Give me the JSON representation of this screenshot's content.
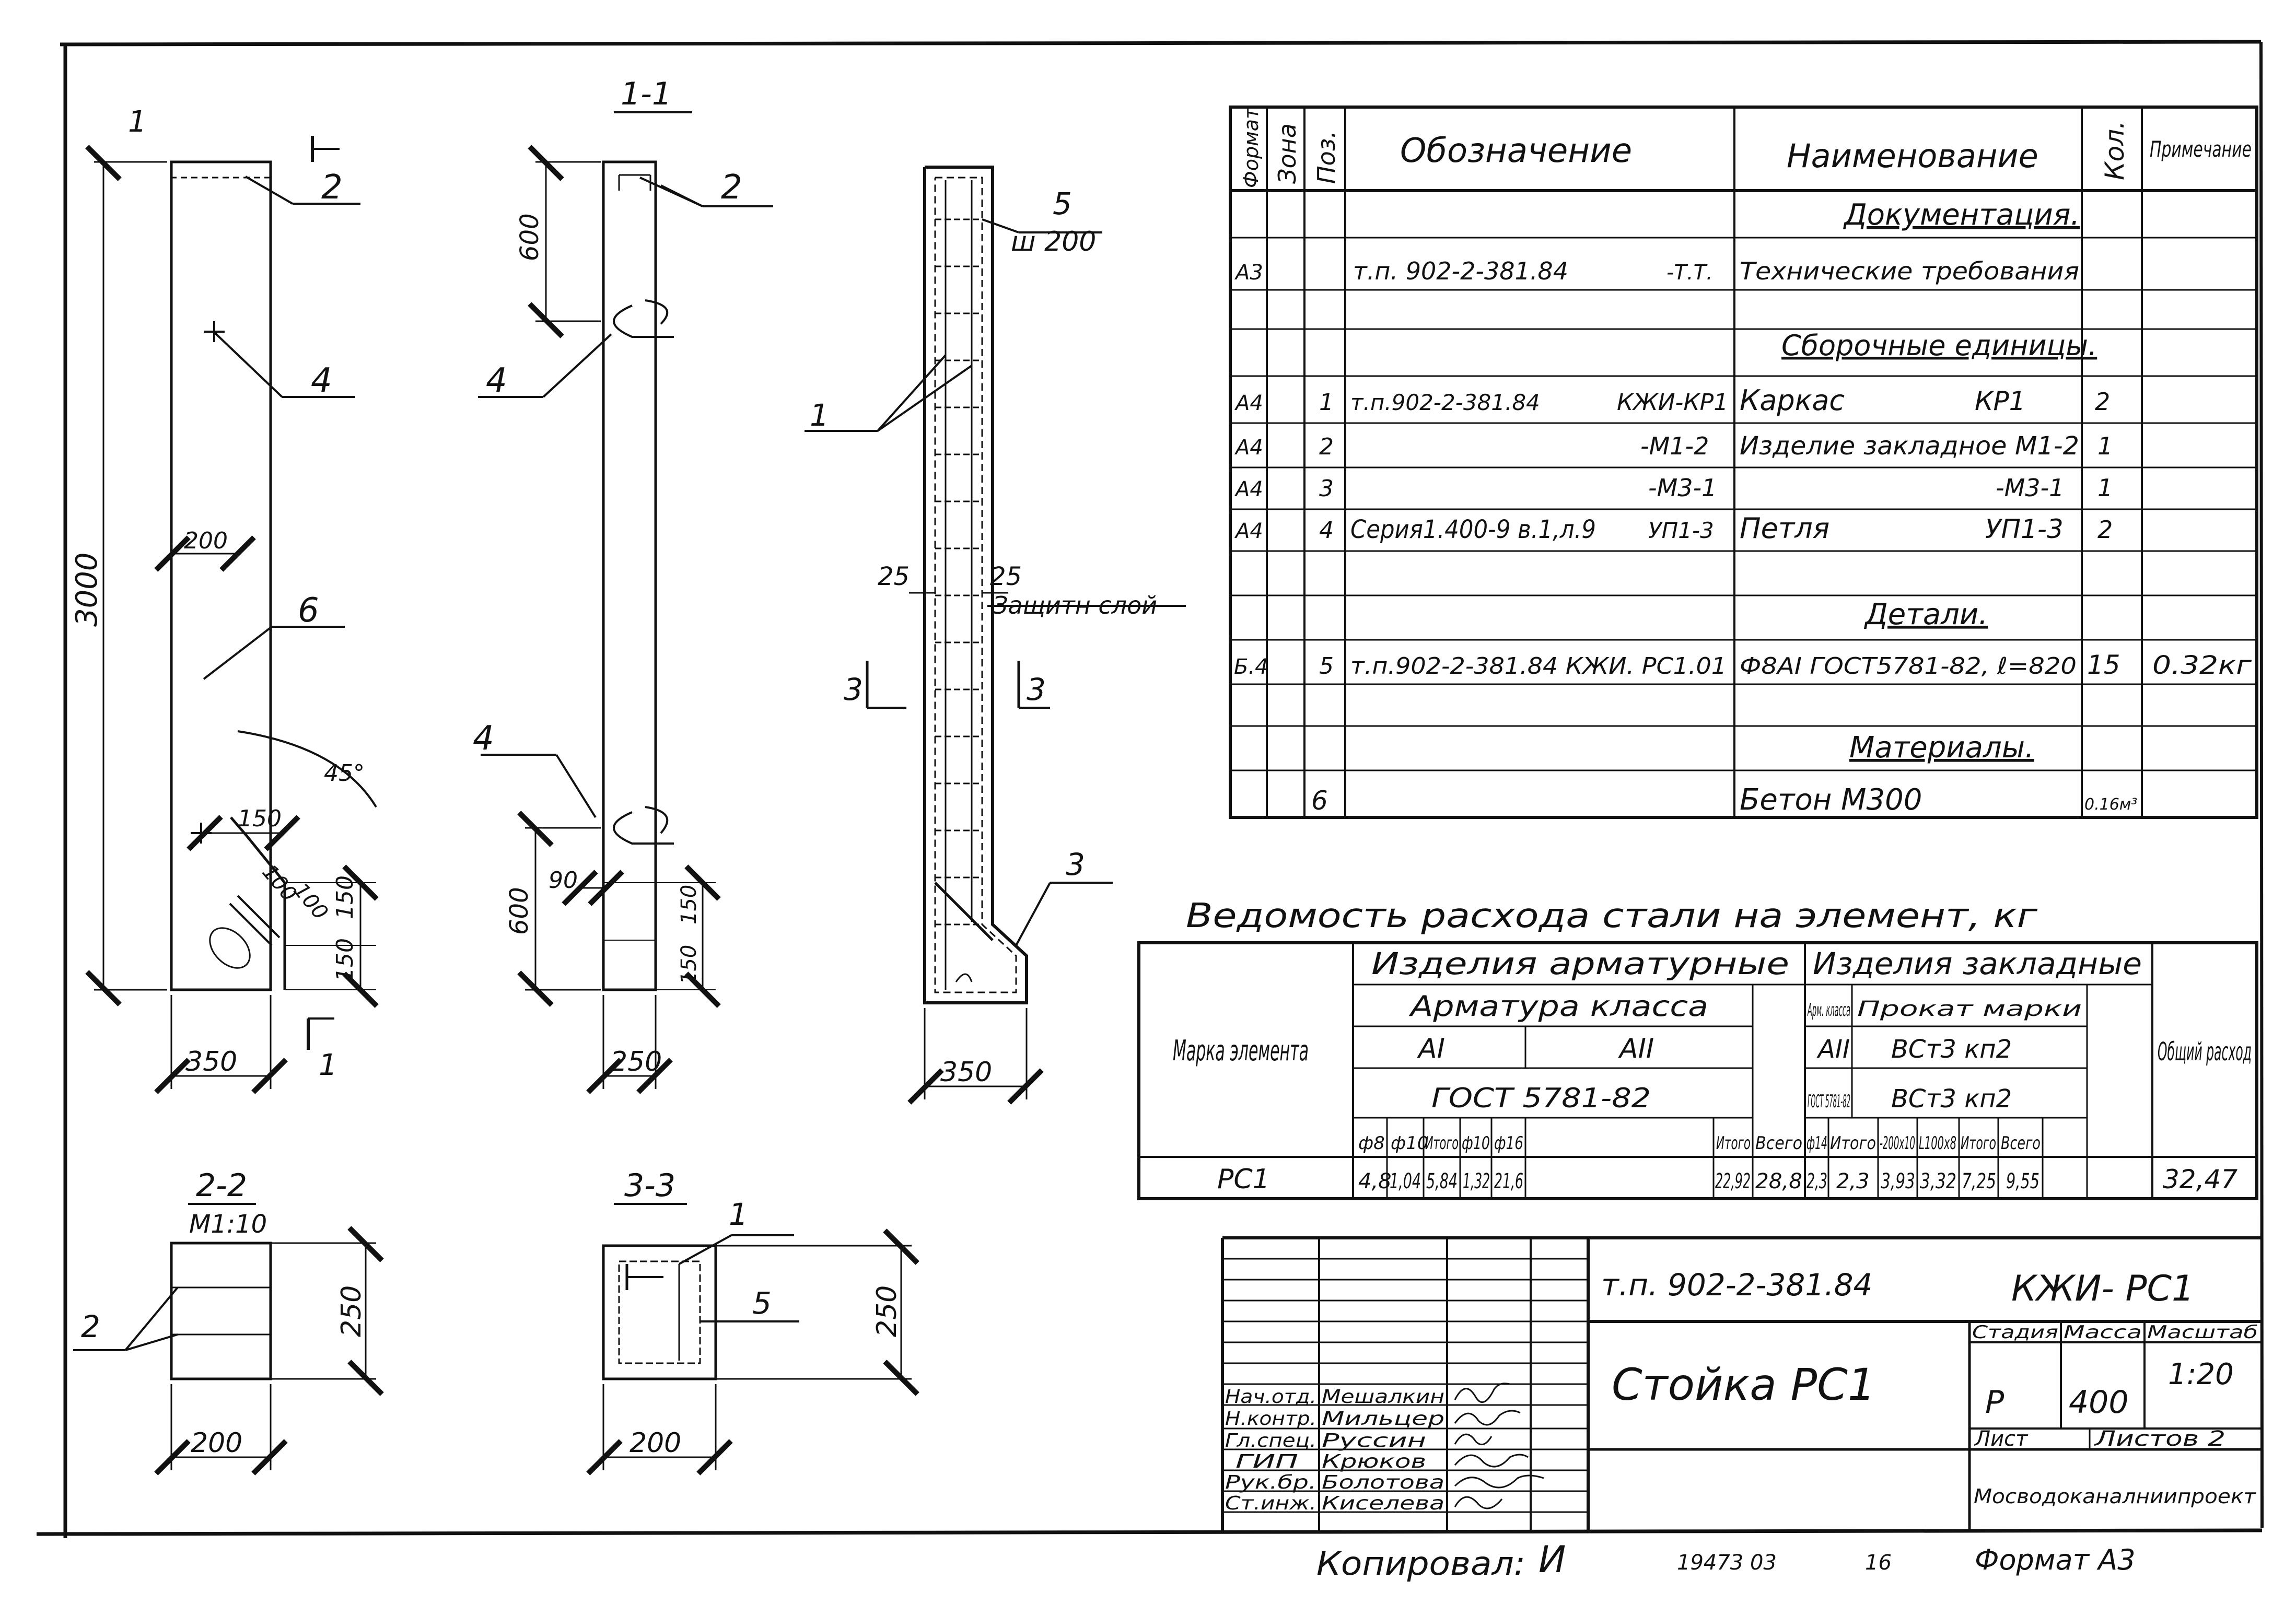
{
  "views": {
    "front": {
      "height_dim": "3000",
      "width_dim": "350",
      "dim_200": "200",
      "dim_150_a": "150",
      "dim_100_a": "100",
      "dim_100_b": "100",
      "dim_150_b": "150",
      "dim_150_c": "150",
      "angle": "45°",
      "cut_mark": "1",
      "cut_mark_bottom": "1",
      "leaders": [
        "2",
        "4",
        "6"
      ]
    },
    "section_1_1": {
      "title": "1-1",
      "dim_600_top": "600",
      "dim_600_bottom": "600",
      "dim_90": "90",
      "dim_150_a": "150",
      "dim_150_b": "150",
      "width_dim": "250",
      "leaders": [
        "2",
        "4",
        "4"
      ]
    },
    "cage": {
      "leader_5": "5",
      "leader_5_sub": "ш 200",
      "leader_1": "1",
      "cover_left": "25",
      "cover_right": "25",
      "cover_text": "Защитн слой",
      "cut_left": "3",
      "cut_right": "3",
      "leader_3": "3",
      "width_dim": "350"
    },
    "section_2_2": {
      "title": "2-2",
      "scale": "M1:10",
      "height_dim": "250",
      "width_dim": "200",
      "leader": "2"
    },
    "section_3_3": {
      "title": "3-3",
      "height_dim": "250",
      "width_dim": "200",
      "leader_1": "1",
      "leader_5": "5"
    }
  },
  "spec_table": {
    "headers": {
      "format": "Формат",
      "zone": "Зона",
      "pos": "Поз.",
      "designation": "Обозначение",
      "name": "Наименование",
      "qty": "Кол.",
      "note": "Примечание"
    },
    "rows": [
      {
        "format": "",
        "pos": "",
        "designation": "",
        "name": "Документация.",
        "qty": "",
        "note": "",
        "section": true
      },
      {
        "format": "А3",
        "pos": "",
        "designation": "т.п. 902-2-381.84",
        "designation_suffix": "-Т.Т.",
        "name": "Технические требования",
        "qty": "",
        "note": ""
      },
      {
        "format": "",
        "pos": "",
        "designation": "",
        "name": "Сборочные единицы.",
        "qty": "",
        "note": "",
        "section": true
      },
      {
        "format": "А4",
        "pos": "1",
        "designation": "т.п.902-2-381.84",
        "designation_suffix": "КЖИ-КР1",
        "name": "Каркас",
        "name_suffix": "КР1",
        "qty": "2",
        "note": ""
      },
      {
        "format": "А4",
        "pos": "2",
        "designation": "",
        "designation_suffix": "-М1-2",
        "name": "Изделие закладное М1-2",
        "qty": "1",
        "note": ""
      },
      {
        "format": "А4",
        "pos": "3",
        "designation": "",
        "designation_suffix": "-М3-1",
        "name": "",
        "name_suffix": "-М3-1",
        "qty": "1",
        "note": ""
      },
      {
        "format": "А4",
        "pos": "4",
        "designation": "Серия1.400-9 в.1,л.9",
        "designation_suffix": "УП1-3",
        "name": "Петля",
        "name_suffix": "УП1-3",
        "qty": "2",
        "note": ""
      },
      {
        "format": "",
        "pos": "",
        "designation": "",
        "name": "Детали.",
        "qty": "",
        "note": "",
        "section": true
      },
      {
        "format": "Б.4",
        "pos": "5",
        "designation": "т.п.902-2-381.84 КЖИ. РС1.01",
        "name": "Ф8АI ГОСТ5781-82, ℓ=820",
        "qty": "15",
        "note": "0.32кг"
      },
      {
        "format": "",
        "pos": "",
        "designation": "",
        "name": "Материалы.",
        "qty": "",
        "note": "",
        "section": true
      },
      {
        "format": "",
        "pos": "6",
        "designation": "",
        "name": "Бетон М300",
        "qty": "0.16м³",
        "note": ""
      }
    ]
  },
  "steel": {
    "title": "Ведомость расхода стали на элемент, кг",
    "mark_header": "Марка элемента",
    "group_a": "Изделия арматурные",
    "group_b": "Изделия закладные",
    "class_header": "Арматура класса",
    "a1": "АI",
    "a2": "АII",
    "gost": "ГОСТ 5781-82",
    "arm_class": "Арм. класса",
    "arm_class_val": "АII",
    "arm_gost": "ГОСТ 5781-82",
    "prokat": "Прокат марки",
    "prokat_val1": "ВСт3 кп2",
    "prokat_val2": "ВСт3 кп2",
    "total_header": "Общий расход",
    "sub_headers": [
      "ф8",
      "ф10",
      "Итого",
      "ф10",
      "ф16",
      "",
      "Итого",
      "Всего",
      "ф14",
      "Итого",
      "-200х10",
      "L100х8",
      "Итого",
      "Всего"
    ],
    "row": {
      "mark": "РС1",
      "values": [
        "4,8",
        "1,04",
        "5,84",
        "1,32",
        "21,6",
        "",
        "22,92",
        "28,8",
        "2,3",
        "2,3",
        "3,93",
        "3,32",
        "7,25",
        "9,55"
      ],
      "total": "32,47"
    }
  },
  "title_block": {
    "project_code": "т.п. 902-2-381.84",
    "doc_code": "КЖИ- РС1",
    "title": "Стойка РС1",
    "stage_label": "Стадия",
    "mass_label": "Масса",
    "scale_label": "Масштаб",
    "stage": "Р",
    "mass": "400",
    "scale": "1:20",
    "sheet_label": "Лист",
    "sheets_label": "Листов 2",
    "org": "Мосводоканалниипроект",
    "roles": [
      {
        "role": "Нач.отд.",
        "name": "Мешалкин"
      },
      {
        "role": "Н.контр.",
        "name": "Мильцер"
      },
      {
        "role": "Гл.спец.",
        "name": "Руссин"
      },
      {
        "role": "ГИП",
        "name": "Крюков"
      },
      {
        "role": "Рук.бр.",
        "name": "Болотова"
      },
      {
        "role": "Ст.инж.",
        "name": "Киселева"
      }
    ]
  },
  "footer": {
    "copied": "Копировал:",
    "copied_sign": "И",
    "archive_no": "19473 03",
    "page_no": "16",
    "format": "Формат А3"
  }
}
